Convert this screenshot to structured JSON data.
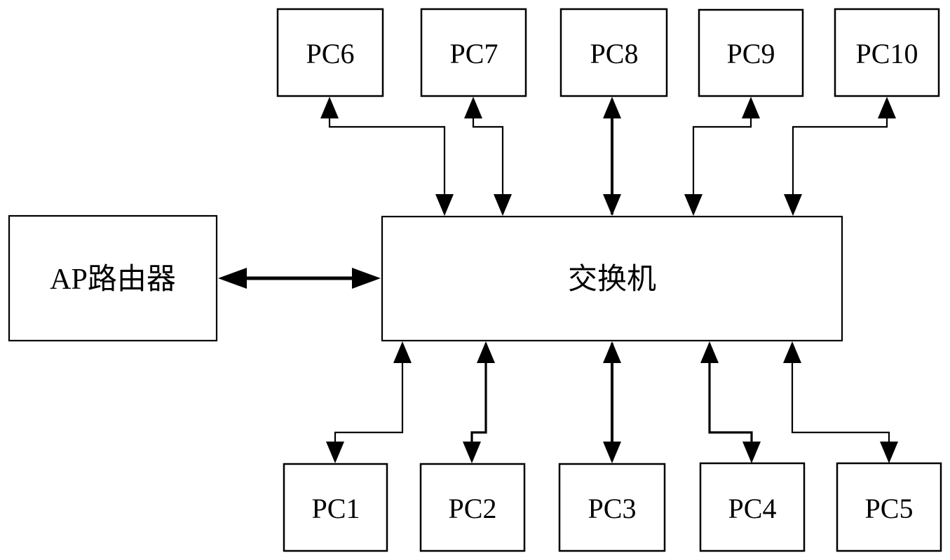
{
  "diagram": {
    "type": "network-topology",
    "background_color": "#ffffff",
    "line_color": "#000000",
    "box_fill_color": "#ffffff",
    "nodes": {
      "ap_router": {
        "label": "AP路由器"
      },
      "switch": {
        "label": "交换机"
      },
      "pc1": {
        "label": "PC1"
      },
      "pc2": {
        "label": "PC2"
      },
      "pc3": {
        "label": "PC3"
      },
      "pc4": {
        "label": "PC4"
      },
      "pc5": {
        "label": "PC5"
      },
      "pc6": {
        "label": "PC6"
      },
      "pc7": {
        "label": "PC7"
      },
      "pc8": {
        "label": "PC8"
      },
      "pc9": {
        "label": "PC9"
      },
      "pc10": {
        "label": "PC10"
      }
    },
    "connections": [
      {
        "from": "ap_router",
        "to": "switch",
        "arrows": "both",
        "shape": "straight-horizontal"
      },
      {
        "from": "switch",
        "to": "pc6",
        "arrows": "both",
        "shape": "elbow"
      },
      {
        "from": "switch",
        "to": "pc7",
        "arrows": "both",
        "shape": "elbow"
      },
      {
        "from": "switch",
        "to": "pc8",
        "arrows": "both",
        "shape": "straight-vertical"
      },
      {
        "from": "switch",
        "to": "pc9",
        "arrows": "both",
        "shape": "elbow"
      },
      {
        "from": "switch",
        "to": "pc10",
        "arrows": "both",
        "shape": "elbow"
      },
      {
        "from": "switch",
        "to": "pc1",
        "arrows": "both",
        "shape": "elbow"
      },
      {
        "from": "switch",
        "to": "pc2",
        "arrows": "both",
        "shape": "elbow"
      },
      {
        "from": "switch",
        "to": "pc3",
        "arrows": "both",
        "shape": "straight-vertical"
      },
      {
        "from": "switch",
        "to": "pc4",
        "arrows": "both",
        "shape": "elbow"
      },
      {
        "from": "switch",
        "to": "pc5",
        "arrows": "both",
        "shape": "elbow"
      }
    ]
  }
}
